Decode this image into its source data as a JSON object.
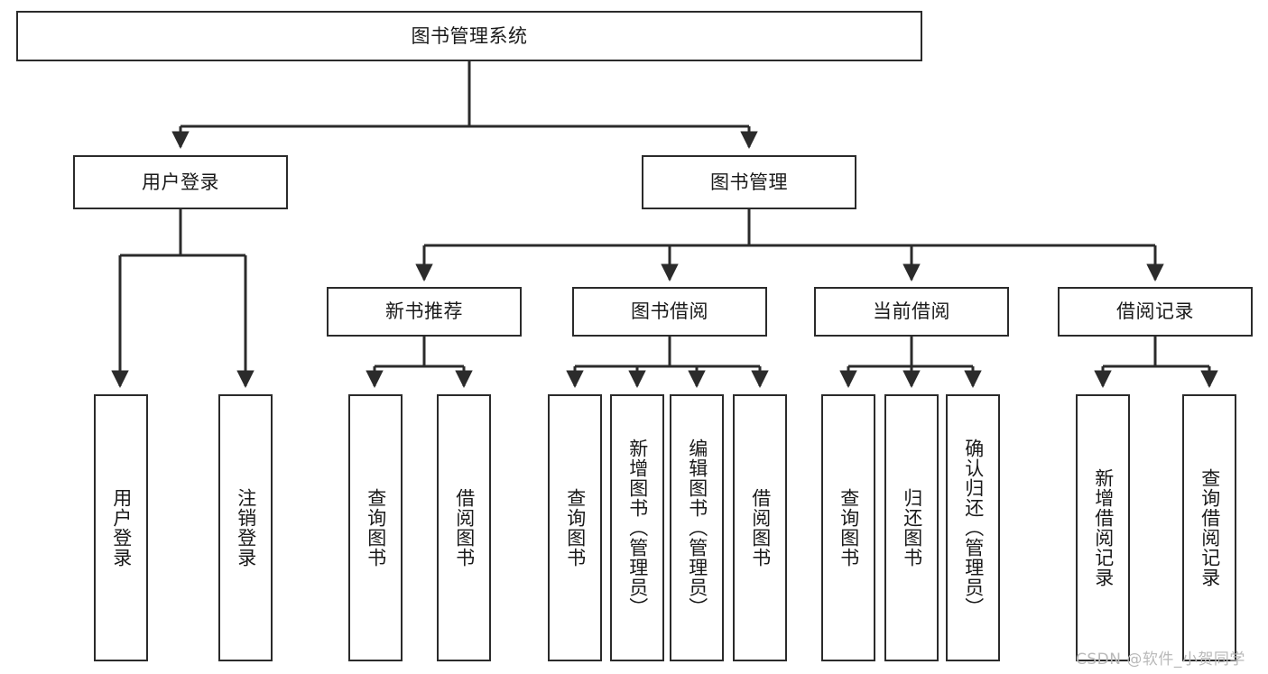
{
  "diagram": {
    "type": "tree-hierarchy",
    "title": "图书管理系统",
    "watermark": "CSDN @软件_小贺同学",
    "colors": {
      "border": "#2b2b2b",
      "background": "#ffffff",
      "text": "#1a1a1a",
      "edge": "#2b2b2b",
      "watermark": "#b9b9b9"
    },
    "root": {
      "label": "图书管理系统"
    },
    "level2": [
      {
        "label": "用户登录"
      },
      {
        "label": "图书管理"
      }
    ],
    "level3": [
      {
        "label": "新书推荐"
      },
      {
        "label": "图书借阅"
      },
      {
        "label": "当前借阅"
      },
      {
        "label": "借阅记录"
      }
    ],
    "leaves": {
      "user_login": [
        {
          "label": "用户登录"
        },
        {
          "label": "注销登录"
        }
      ],
      "new_book_recommend": [
        {
          "label": "查询图书"
        },
        {
          "label": "借阅图书"
        }
      ],
      "book_borrow": [
        {
          "label": "查询图书"
        },
        {
          "label": "新增图书（管理员）"
        },
        {
          "label": "编辑图书（管理员）"
        },
        {
          "label": "借阅图书"
        }
      ],
      "current_borrow": [
        {
          "label": "查询图书"
        },
        {
          "label": "归还图书"
        },
        {
          "label": "确认归还（管理员）"
        }
      ],
      "borrow_record": [
        {
          "label": "新增借阅记录"
        },
        {
          "label": "查询借阅记录"
        }
      ]
    }
  }
}
